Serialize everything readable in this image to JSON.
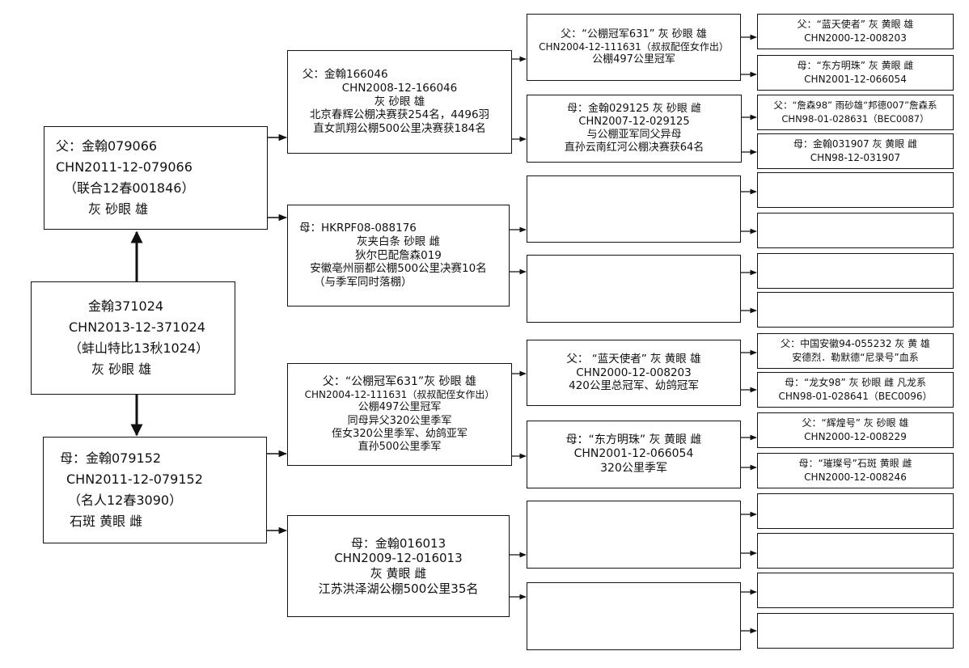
{
  "subject": {
    "lines": [
      "金翰371024",
      "CHN2013-12-371024",
      "（蚌山特比13秋1024）",
      "灰 砂眼 雄"
    ]
  },
  "father": {
    "lines": [
      "父：金翰079066",
      "CHN2011-12-079066",
      "（联合12春001846）",
      "灰 砂眼 雄"
    ]
  },
  "mother": {
    "lines": [
      "母：金翰079152",
      "CHN2011-12-079152",
      "（名人12春3090）",
      "石斑 黄眼 雌"
    ]
  },
  "paternal_grandfather": {
    "lines": [
      "父：金翰166046",
      "CHN2008-12-166046",
      "灰 砂眼 雄",
      "北京春辉公棚决赛获254名，4496羽",
      "直女凯翔公棚500公里决赛获184名"
    ]
  },
  "paternal_grandmother": {
    "lines": [
      "母：HKRPF08-088176",
      "灰夹白条 砂眼 雌",
      "狄尔巴配詹森019",
      "安徽亳州丽都公棚500公里决赛10名",
      "（与季军同时落棚）"
    ]
  },
  "maternal_grandfather": {
    "lines": [
      "父：“公棚冠军631”灰 砂眼 雄",
      "CHN2004-12-111631（叔叔配侄女作出）",
      "公棚497公里冠军",
      "同母异父320公里季军",
      "侄女320公里季军、幼鸽亚军",
      "直孙500公里季军"
    ]
  },
  "maternal_grandmother": {
    "lines": [
      "母：金翰016013",
      "CHN2009-12-016013",
      "灰 黄眼 雌",
      "江苏洪泽湖公棚500公里35名"
    ]
  },
  "gen3": {
    "ff_father": {
      "lines": [
        "父：“公棚冠军631” 灰 砂眼 雄",
        "CHN2004-12-111631（叔叔配侄女作出）",
        "公棚497公里冠军"
      ]
    },
    "ff_mother": {
      "lines": [
        "母：金翰029125 灰 砂眼 雌",
        "CHN2007-12-029125",
        "与公棚亚军同父异母",
        "直孙云南红河公棚决赛获64名"
      ]
    },
    "mf_father": {
      "lines": [
        "父：  “蓝天使者”  灰 黄眼 雄",
        "CHN2000-12-008203",
        "420公里总冠军、幼鸽冠军"
      ]
    },
    "mf_mother": {
      "lines": [
        "母：“东方明珠” 灰 黄眼 雌",
        "CHN2001-12-066054",
        "320公里季军"
      ]
    }
  },
  "gen4": [
    {
      "lines": [
        "父：“蓝天使者” 灰 黄眼 雄",
        "CHN2000-12-008203"
      ]
    },
    {
      "lines": [
        "母：“东方明珠” 灰 黄眼 雌",
        "CHN2001-12-066054"
      ]
    },
    {
      "lines": [
        "父：“詹森98” 雨砂雄“邦德007”詹森系",
        "CHN98-01-028631（BEC0087）"
      ]
    },
    {
      "lines": [
        "母：金翰031907  灰 黄眼 雌",
        "CHN98-12-031907"
      ]
    },
    {
      "lines": [
        "",
        ""
      ]
    },
    {
      "lines": [
        "",
        ""
      ]
    },
    {
      "lines": [
        "",
        ""
      ]
    },
    {
      "lines": [
        "",
        ""
      ]
    },
    {
      "lines": [
        "父：中国安徽94-055232 灰 黄 雄",
        "安德烈．勒默德“尼录号”血系"
      ]
    },
    {
      "lines": [
        "母：“龙女98” 灰 砂眼 雌 凡龙系",
        "CHN98-01-028641（BEC0096）"
      ]
    },
    {
      "lines": [
        "父：“辉煌号” 灰 砂眼 雄",
        "CHN2000-12-008229"
      ]
    },
    {
      "lines": [
        "母：“璀璨号”石斑 黄眼 雌",
        "CHN2000-12-008246"
      ]
    },
    {
      "lines": [
        "",
        ""
      ]
    },
    {
      "lines": [
        "",
        ""
      ]
    },
    {
      "lines": [
        "",
        ""
      ]
    },
    {
      "lines": [
        "",
        ""
      ]
    }
  ]
}
